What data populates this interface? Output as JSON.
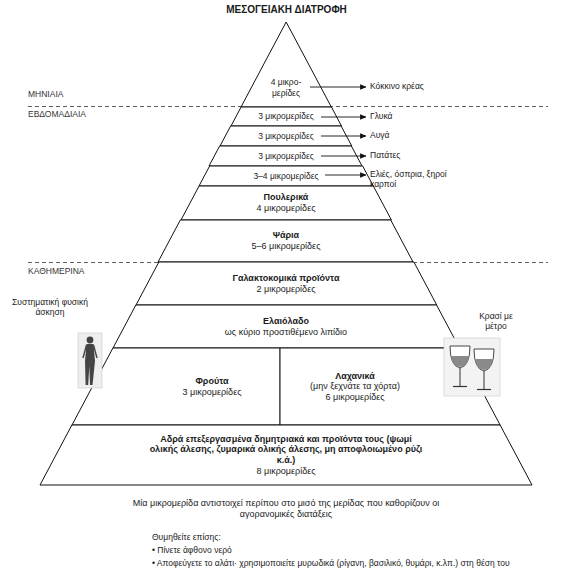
{
  "diagram": {
    "title": "ΜΕΣΟΓΕΙΑΚΗ ΔΙΑΤΡΟΦΗ",
    "caption": "Μία μικρομερίδα αντιστοιχεί περίπου στο μισό της μερίδας που καθορίζουν οι αγορανομικές διατάξεις",
    "nodes": [
      {
        "text": [
          "4 μικρο- μερίδες"
        ]
      },
      {
        "text": [
          "3 μικρομερίδες"
        ]
      },
      {
        "text": [
          "3 μικρομερίδες"
        ]
      },
      {
        "text": [
          "3 μικρομερίδες"
        ]
      },
      {
        "text": [
          "3–4 μικρομερίδες"
        ]
      },
      {
        "text": [
          "Πουλερικά",
          "4 μικρομερίδες"
        ]
      },
      {
        "text": [
          "Ψάρια",
          "5–6 μικρομερίδες"
        ]
      },
      {
        "text": [
          "Γαλακτοκομικά προϊόντα",
          "2 μικρομερίδες"
        ]
      },
      {
        "text": [
          "Ελαιόλαδο",
          "ως κύριο προστιθέμενο λιπίδιο"
        ]
      },
      {
        "text": [
          "Φρούτα",
          "3 μικρομερίδες"
        ]
      },
      {
        "text": [
          "Λαχανικά",
          "(μην ξεχνάτε τα χόρτα)",
          "6 μικρομερίδες"
        ]
      },
      {
        "text": [
          "Αδρά επεξεργασμένα δημητριακά και προϊόντα τους (ψωμί ολικής άλεσης, ζυμαρικά ολικής άλεσης, μη αποφλοιωμένο ρύζι κ.ά.)",
          "8 μικρομερίδες"
        ]
      }
    ],
    "labels": [
      "ΜΗΝΙΑΙΑ",
      "ΕΒΔΟΜΑΔΙΑΙΑ",
      "Κόκκινο κρέας",
      "Γλυκά",
      "Αυγά",
      "Πατάτες",
      "Ελιές, όσπρια, ξηροί καρποί",
      "ΚΑΘΗΜΕΡΙΝΑ",
      "Συστηματική φυσική άσκηση",
      "Κρασί με μέτρο",
      "Θυμηθείτε επίσης:",
      "• Πίνετε άφθονο νερό",
      "• Αποφεύγετε το αλάτι· χρησιμοποιείτε μυρωδικά (ρίγανη, βασιλικό, θυμάρι, κ.λπ.) στη θέση του"
    ]
  }
}
